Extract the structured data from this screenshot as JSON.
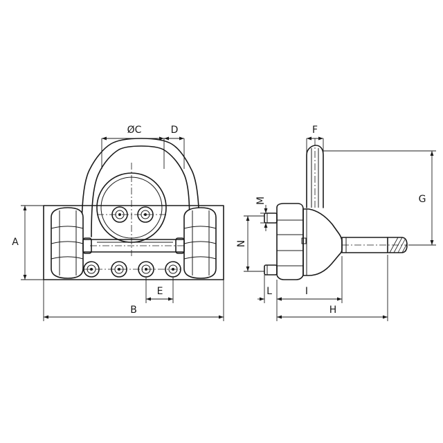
{
  "dimension_labels": {
    "A": "A",
    "B": "B",
    "C": "ØC",
    "D": "D",
    "E": "E",
    "F": "F",
    "G": "G",
    "H": "H",
    "I": "I",
    "L": "L",
    "M": "M",
    "N": "N"
  }
}
